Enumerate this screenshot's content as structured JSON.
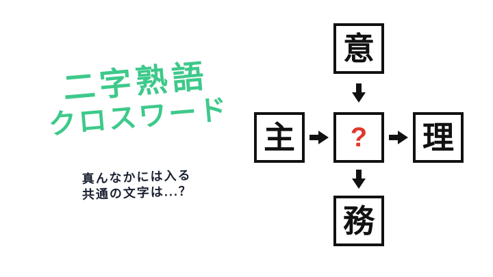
{
  "colors": {
    "accent-green": "#3ec98b",
    "question-red": "#e0382d",
    "ink": "#111111",
    "subtitle-ink": "#1b2130",
    "bg": "#ffffff"
  },
  "title": {
    "line1": "二字熟語",
    "line2": "クロスワード"
  },
  "subtitle": {
    "line1": "真んなかには入る",
    "line2": "共通の文字は...？"
  },
  "puzzle": {
    "cells": {
      "top": "意",
      "left": "主",
      "center": "?",
      "right": "理",
      "bottom": "務"
    }
  }
}
